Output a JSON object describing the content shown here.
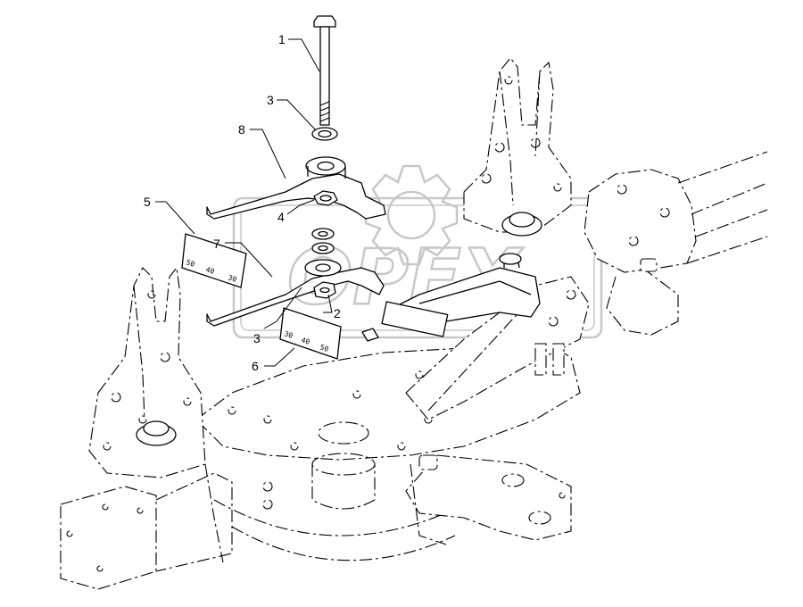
{
  "callouts": [
    {
      "id": "c1",
      "label": "1"
    },
    {
      "id": "c2",
      "label": "2"
    },
    {
      "id": "c3a",
      "label": "3"
    },
    {
      "id": "c3b",
      "label": "3"
    },
    {
      "id": "c4",
      "label": "4"
    },
    {
      "id": "c5",
      "label": "5"
    },
    {
      "id": "c6",
      "label": "6"
    },
    {
      "id": "c7",
      "label": "7"
    },
    {
      "id": "c8",
      "label": "8"
    }
  ],
  "scale_5": [
    "50",
    "40",
    "30"
  ],
  "scale_6": [
    "30",
    "40",
    "50"
  ],
  "watermark": "OPEX",
  "colors": {
    "line": "#000000",
    "watermark": "#c8c8c8",
    "background": "#ffffff"
  }
}
